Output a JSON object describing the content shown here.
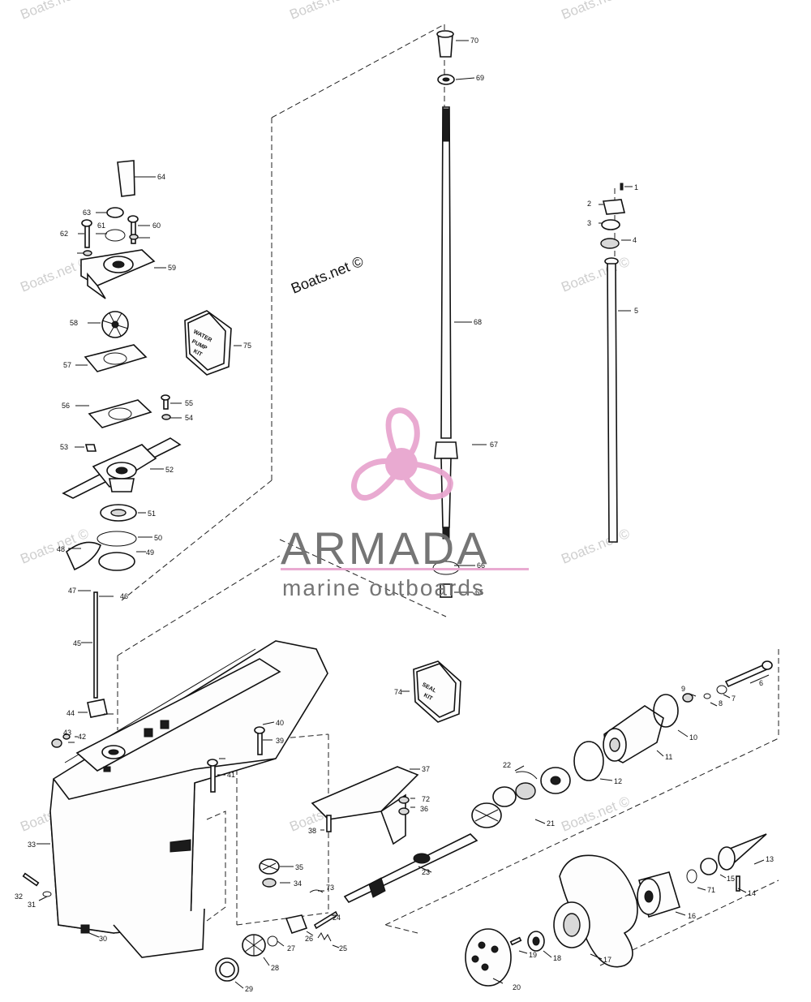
{
  "watermark": {
    "text": "Boats.net ©",
    "center_text": "Boats.net ©"
  },
  "logo": {
    "word": "ARMADA",
    "subtitle": "marine outboards",
    "accent_color": "#e8a6cf",
    "text_color": "#6e6e6e"
  },
  "kits": {
    "water_pump": [
      "WATER",
      "PUMP",
      "KIT"
    ],
    "seal": [
      "SEAL",
      "KIT"
    ]
  },
  "parts": [
    "1",
    "2",
    "3",
    "4",
    "5",
    "6",
    "7",
    "8",
    "9",
    "10",
    "11",
    "12",
    "13",
    "14",
    "15",
    "16",
    "17",
    "18",
    "19",
    "20",
    "21",
    "22",
    "23",
    "24",
    "25",
    "26",
    "27",
    "28",
    "29",
    "30",
    "31",
    "32",
    "33",
    "34",
    "35",
    "36",
    "37",
    "38",
    "39",
    "40",
    "41",
    "42",
    "43",
    "44",
    "45",
    "46",
    "47",
    "48",
    "49",
    "50",
    "51",
    "52",
    "53",
    "54",
    "55",
    "56",
    "57",
    "58",
    "59",
    "60",
    "61",
    "62",
    "63",
    "64",
    "65",
    "66",
    "67",
    "68",
    "69",
    "70",
    "71",
    "72",
    "73",
    "74",
    "75"
  ]
}
